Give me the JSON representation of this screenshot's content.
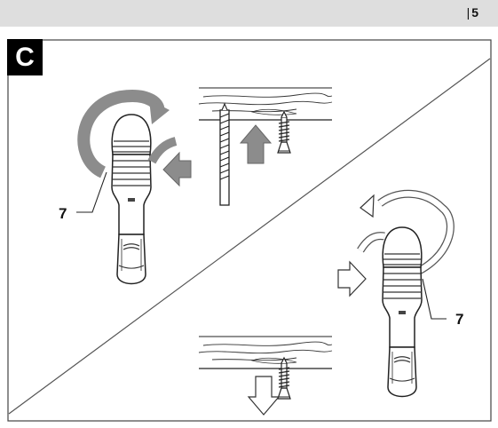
{
  "header": {
    "page_separator": "|",
    "page_number": "5"
  },
  "figure": {
    "letter": "C",
    "callouts": [
      "7",
      "7"
    ]
  },
  "colors": {
    "header_bg": "#dedede",
    "gray_fill": "#8c8c8c",
    "outline": "#222222"
  }
}
